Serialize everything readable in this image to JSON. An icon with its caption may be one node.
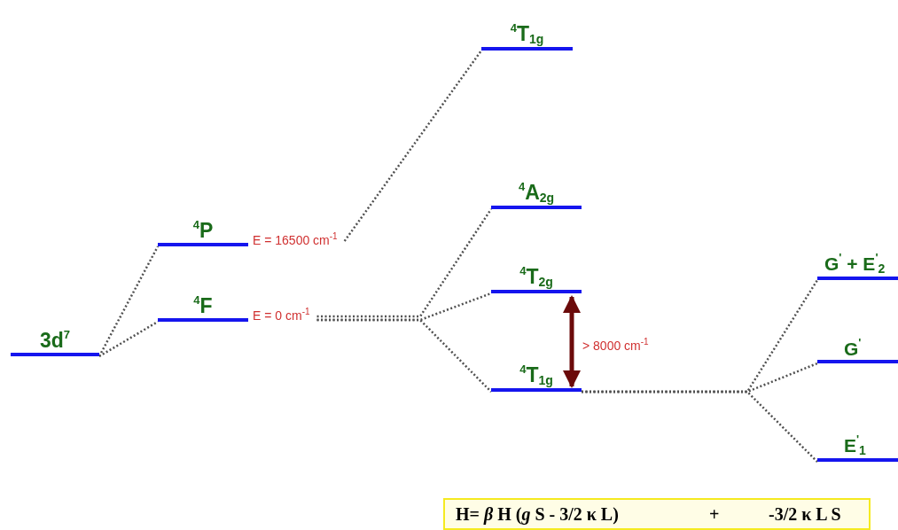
{
  "diagram": {
    "nodes": [
      {
        "text": [
          "3d$^{7}$"
        ]
      },
      {
        "text": [
          "$^{4}$P"
        ],
        "beside": [
          "E = 16500 cm$^{-1}$"
        ]
      },
      {
        "text": [
          "$^{4}$F"
        ],
        "beside": [
          "E = 0 cm$^{-1}$"
        ]
      },
      {
        "text": [
          "$^{4}$T$_{1g}$"
        ]
      },
      {
        "text": [
          "$^{4}$A$_{2g}$"
        ]
      },
      {
        "text": [
          "$^{4}$T$_{2g}$"
        ]
      },
      {
        "text": [
          "$^{4}$T$_{1g}$"
        ]
      },
      {
        "text": [
          "G$^{'}$ + E$^{'}$$_{2}$"
        ]
      },
      {
        "text": [
          "G$^{'}$"
        ]
      },
      {
        "text": [
          "E$^{'}$$_{1}$"
        ]
      },
      {
        "text": [
          "H= *β* H (*g* S - 3/2 κ L)",
          "+",
          "-3/2 κ L S"
        ]
      }
    ],
    "edges": [
      {
        "from": 0,
        "to": 1,
        "arrow": "none",
        "style": "dashed"
      },
      {
        "from": 0,
        "to": 2,
        "arrow": "none",
        "style": "dashed"
      },
      {
        "from": 1,
        "to": 3,
        "arrow": "none",
        "style": "dashed"
      },
      {
        "from": 2,
        "to": 4,
        "arrow": "none",
        "style": "dashed"
      },
      {
        "from": 2,
        "to": 5,
        "arrow": "none",
        "style": "dashed"
      },
      {
        "from": 2,
        "to": 6,
        "arrow": "none",
        "style": "dashed"
      },
      {
        "from": 6,
        "to": 7,
        "arrow": "none",
        "style": "dashed"
      },
      {
        "from": 6,
        "to": 8,
        "arrow": "none",
        "style": "dashed"
      },
      {
        "from": 6,
        "to": 9,
        "arrow": "none",
        "style": "dashed"
      },
      {
        "from": 5,
        "to": 6,
        "arrow": "both",
        "label": "> 8000 cm$^{-1}$",
        "style": "thick",
        "color": "#6b0a0a"
      }
    ]
  }
}
